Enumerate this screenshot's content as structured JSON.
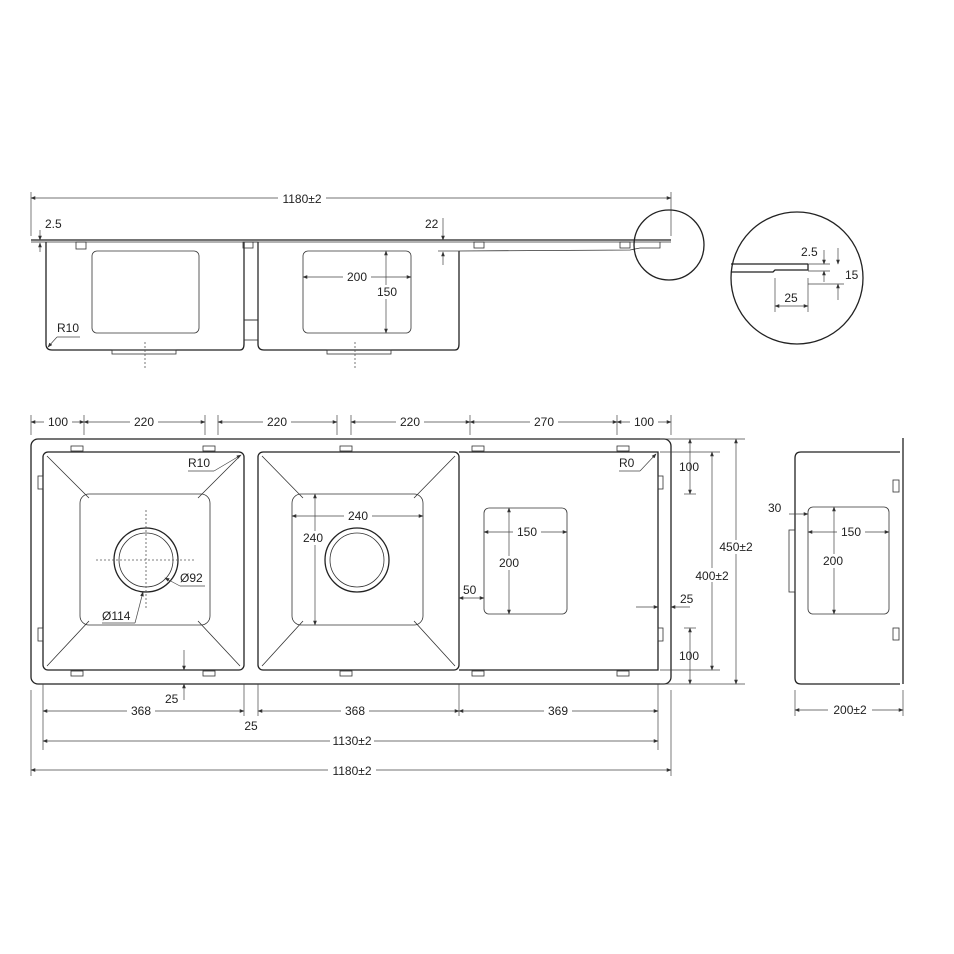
{
  "drawing": {
    "side_view": {
      "overall_width": "1180±2",
      "lip_thickness": "2.5",
      "drainboard_drop": "22",
      "corner_radius": "R10",
      "overflow_width": "200",
      "overflow_height": "150"
    },
    "detail_view": {
      "thickness": "2.5",
      "depth": "15",
      "length": "25"
    },
    "plan_view": {
      "top_dims": [
        "100",
        "220",
        "220",
        "220",
        "270",
        "100"
      ],
      "bowl_corner_radius": "R10",
      "drainboard_corner_radius": "R0",
      "drain_outer": "Ø114",
      "drain_inner": "Ø92",
      "floor_width": "240",
      "floor_height": "240",
      "drainer_width": "150",
      "drainer_height": "200",
      "drainer_offset": "50",
      "right_top": "100",
      "right_bottom": "100",
      "right_edge": "25",
      "inner_height": "400±2",
      "overall_height": "450±2",
      "bottom_edge": "25",
      "bowl1_width": "368",
      "bowl2_width": "368",
      "drainboard_width": "369",
      "bowl_gap": "25",
      "inner_width": "1130±2",
      "overall_width": "1180±2"
    },
    "end_view": {
      "flange": "30",
      "window_width": "150",
      "window_height": "200",
      "depth": "200±2"
    }
  }
}
